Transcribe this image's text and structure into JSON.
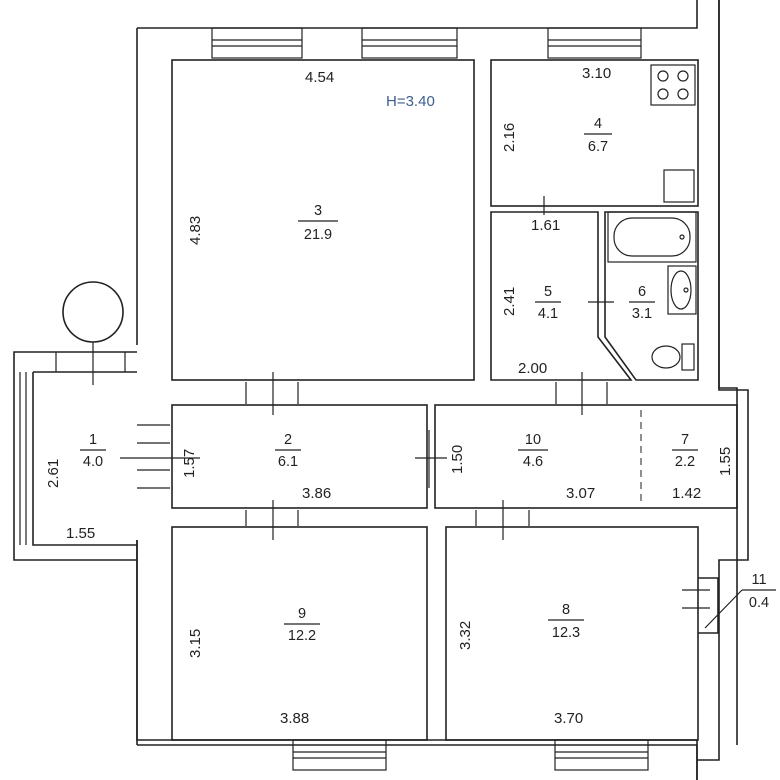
{
  "height_note": "H=3.40",
  "rooms": [
    {
      "id": "room-1",
      "number": "1",
      "area": "4.0"
    },
    {
      "id": "room-2",
      "number": "2",
      "area": "6.1"
    },
    {
      "id": "room-3",
      "number": "3",
      "area": "21.9"
    },
    {
      "id": "room-4",
      "number": "4",
      "area": "6.7"
    },
    {
      "id": "room-5",
      "number": "5",
      "area": "4.1"
    },
    {
      "id": "room-6",
      "number": "6",
      "area": "3.1"
    },
    {
      "id": "room-7",
      "number": "7",
      "area": "2.2"
    },
    {
      "id": "room-8",
      "number": "8",
      "area": "12.3"
    },
    {
      "id": "room-9",
      "number": "9",
      "area": "12.2"
    },
    {
      "id": "room-10",
      "number": "10",
      "area": "4.6"
    },
    {
      "id": "room-11",
      "number": "11",
      "area": "0.4"
    }
  ],
  "dimensions": {
    "d454": "4.54",
    "d310": "3.10",
    "d216": "2.16",
    "d161": "1.61",
    "d483": "4.83",
    "d241": "2.41",
    "d200": "2.00",
    "d261": "2.61",
    "d155a": "1.55",
    "d157": "1.57",
    "d386": "3.86",
    "d150": "1.50",
    "d307": "3.07",
    "d155b": "1.55",
    "d142": "1.42",
    "d315": "3.15",
    "d388": "3.88",
    "d332": "3.32",
    "d370": "3.70"
  }
}
